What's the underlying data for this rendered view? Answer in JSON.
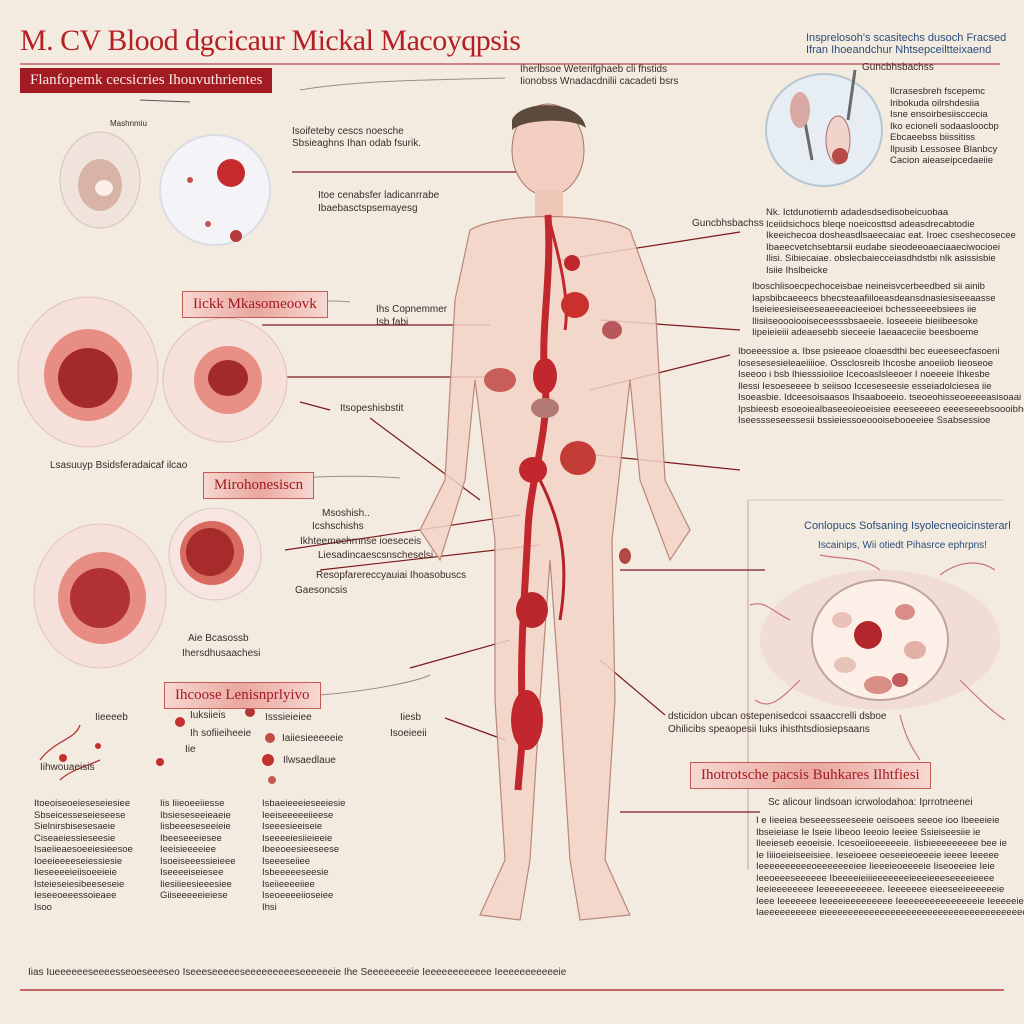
{
  "title": "M. CV Blood dgcicaur Mickal Macoyqpsis",
  "headers": {
    "top_left": "Flanfopemk cecsicries Ihouvuthrientes",
    "micro": "Iickk Mkasomeoovk",
    "mitoh": "Mirohonesiscn",
    "necrosis": "Ihcoose Lenisnprlyivo",
    "bottom_right": "Ihotrotsche pacsis Buhkares Ilhtfiesi"
  },
  "top_right_title": [
    "Insprelosoh's scasitechs dusoch    Fracsed",
    "Ifran Ihoeandchur Nhtsepceiltteixaend"
  ],
  "top_center_note": [
    "Iherlbsoe Weterifghaeb cli fhstids",
    "Iionobss Wnadacdnilii cacadeti bsrs"
  ],
  "labels": {
    "cell1": "Mashnmiu",
    "cell2a": "Isoifeteby cescs noesche",
    "cell2b": "Sbsieaghns Ihan odab fsurik.",
    "cell3a": "Itoe cenabsfer ladicanrrabe",
    "cell3b": "Ibaebasctspsemayesg",
    "micro_a": "Ihs Copnemmer",
    "micro_b": "Isb fabi",
    "micro_c": "Itsopeshisbstit",
    "micro_caption": "Lsasuuyp Bsidsferadaicaf ilcao",
    "mito_a": "Msoshish..",
    "mito_b": "Icshschishs",
    "mito_c": "Ikhteemechrnnse ioeseceis",
    "mito_d": "Liesadincaescsnscheselsi",
    "mito_e": "Resopfarereccyauiai Ihoasobuscs",
    "mito_f": "Gaesoncsis",
    "mito_g": "Aie Bcasossb",
    "mito_h": "Ihersdhusaachesi",
    "right_spec": "Guncbhsbachss",
    "cell_right_title": "Conlopucs Sofsaning Isyolecneoicinsterarl",
    "cell_right_sub": "Iscainips, Wii otiedt Pihasrce ephrpns!",
    "cell_right_caption1": "dsticidon ubcan ostepenisedcoi ssaaccrelli  dsboe",
    "cell_right_caption2": "Ohilicibs speaopesii Iuks ihisthtsdiosiepsaans",
    "bottom_right_sub": "Sc alicour lindsoan icrwolodahoa: Iprrotneenei"
  },
  "top_right_paragraph": [
    "Ilcrasesbreh fscepemc",
    "Iribokuda oilrshdesiia",
    "Isne ensoirbesiisccecia",
    "Iko ecioneli sodaasloocbp",
    "Ebcaeebss biissitiss",
    "Ilpusib Lessosee Blanbcy",
    "Cacion aieaseipcedaeiie"
  ],
  "middle_right_paragraph": [
    "Nk. Ictdunotiernb adadesdsedisobeicuobaa",
    "Iceiidsichocs bleqe noeicosttsd adeasdrecabtodie",
    "Ikeeichecoa dosheasdlsaeecaiac eat. Iroec cseshecosecee",
    "Ibaeecvetchsebtarsii  eudabe sieodeeoaeciaaeciwocioei",
    "Ilisi. Sibiecaiae. obslecbaiecceiasdhdstbi nlk asissisbie",
    "Isiie Ihslbeicke"
  ],
  "middle_right_paragraph2": [
    "Iboschlisoecpechoceisbae neineisvcerbeedbed sii ainib",
    "Iapsbibcaeeecs bhecsteaafiiloeasdeansdnasiesiseeaasse",
    "Iseieieesieiseeseaeeeacieeioei  bchesseeeebsiees iie",
    "Ilisiiseoooiooiseceesssbsaeeie. Ioseeeie bieiibeesoke",
    "Iipeieieiii adeaesebb sieceeie  Iaeaaceciie beesboeme"
  ],
  "middle_right_paragraph3": [
    "Iboeeessioe a. Ibse psieeaoe cloaesdthi bec eueeseecfasoeni",
    "  Iosesesesieleaeiiiioe.  Ossclosreib Ihcosbe anoeiiob Iieoseoe",
    "Iseeoo i bsb Ihiesssioiioe Icecoaslsleeoer I noeeeie Ihkesbe",
    "Ilessi Iesoeseeee  b seiisoo Icceseseesie esseiadolciesea iie",
    "Isoeasbie. Idceesoisaasos Ihsaaboeeio. tseoeohisseoeeeeasisoaai",
    "Ipsbieesb esoeoiealbaseeoieoeisiee eeeseeeeo eeeeseeebsoooibhe",
    "Iseessseseessesii  bssieiessoeoooisebooeeiee  Ssabsessioe"
  ],
  "bottom_left_col1": [
    "Itoeoiseoeieseseiesiee",
    "Sbseicesseseieseese",
    "Sielnirsbisesesaeie",
    "Ciseaeiessieseesie",
    "Isaeiieaesoeeiesieesoe",
    "Ioeeieeeeseiessiesie",
    "Iieseeeeieiisoeeieie",
    "Isteieseiesibeeseseie",
    "Ieseeoeeessoieaee",
    "Isoo"
  ],
  "bottom_left_col2": [
    "Iis Iiieoeeiiesse",
    "Ibsieseseeieaeie",
    "Iisbeeeseseeieie",
    "Ibeeseeeiesee",
    "Ieeisieeeeiee",
    "Isoeiseeessieieee",
    "Iseeeeiseiesee",
    "Iiesiiieesieeesiee",
    "Giiseeeeeieiese"
  ],
  "bottom_left_col3": [
    "Isbaeieeeieseeiesie",
    "Ieeiseeeeeiieese",
    "Iseeesieeiseie",
    "Iseeeeiesiieieeie",
    "Ibeeoeesieeseese",
    "Iseeeseiiee",
    "Isbeeeeeseesie",
    "Iseiieeeeiiee",
    "Iseoeeeeiioseiee",
    "Ihsi"
  ],
  "bottom_left_small": {
    "a": "Iieeeeb",
    "b": "Iuksiieis",
    "c": "Isssieieiee",
    "d": "Iiesb",
    "e": "Isoeieeii",
    "f": "Ih sofiieiheeie",
    "g": "Iaiiesieeeeeie",
    "h": "Iie",
    "i": "Iihwouaeisis",
    "j": "Ilwsaedlaue"
  },
  "bottom_right_paragraph": [
    "I  e Iieeiea beseeesseeseeie oeisoees seeoe ioo Ibeeeieie",
    "  Ibseieiase  Ie Iseie Iibeoo Ieeoio Ieeiee  Ssieiseesiie ie",
    "  Ileeieseb eeoeisie. Icesoeiioeeeeeie.  Iisbieeeeeeeee bee ie",
    "Ie Iiiioeieiseeisiee.  Ieseioeee oeseeieoeeeie ieeee  Ieeeee",
    "Ieeeeeeeeeeoeeeeeeeiee Iieeeieoeeeeie Iiseoeeiee Ieie",
    "Ieeoeeeseeeeee Ibeeeeieiiieeeeeeeieeeieeeseeeeieeee",
    "Ieeieeeeeeee Ieeeeeeeeeeee. Ieeeeeee eieeseeieeeeeeie",
    "Ieee Ieeeeeee Ieeeeieeeeeeeee Ieeeeeeeeeeeeeeeie Ieeeeeie",
    "Iaeeeeeeeeee eieeeeeeeeeeeeeeeeeeeeeeeeeeeeeeeeeeeeeee"
  ],
  "footer": "Iias Iueeeeeeseeeesseoeseeeseo Iseeeseeeeeseeeeeeeeeseeeeeeie Ihe Seeeeeeeeie Ieeeeeeeeeeee Ieeeeeeeeeeeie",
  "colors": {
    "accent": "#a31b22",
    "background": "#f3ebdf",
    "blue": "#2b4d7a"
  }
}
